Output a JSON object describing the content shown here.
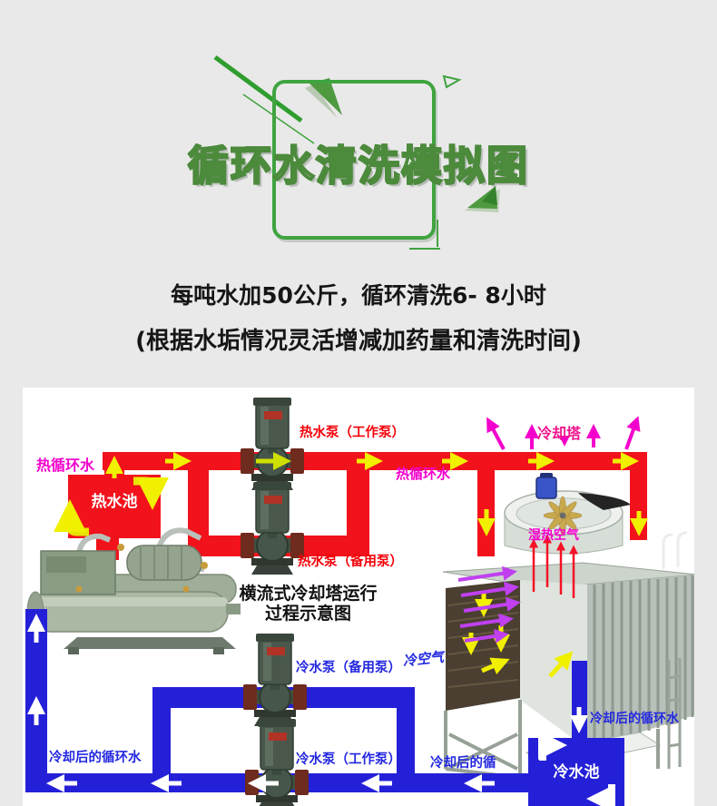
{
  "page": {
    "background": "#e9e9e9"
  },
  "hero": {
    "title": "循环水清洗模拟图",
    "accent_green": "#3fa43f",
    "outline_green": "#4c8a3c"
  },
  "intro": {
    "line1": "每吨水加50公斤，循环清洗6- 8小时",
    "line2": "(根据水垢情况灵活增减加药量和清洗时间)"
  },
  "diagram": {
    "colors": {
      "hot_pipe": "#f2121c",
      "cold_pipe": "#2420d8",
      "magenta_label": "#f400cc",
      "hot_label": "#f40008",
      "cold_label": "#2328e0",
      "arrow_yellow": "#f0f000",
      "arrow_white": "#ffffff",
      "arrow_purple": "#c040f0",
      "arrow_red": "#f51226"
    },
    "labels": {
      "hot_circulating_left": "热循环水",
      "hot_pool": "热水池",
      "hot_pump_working": "热水泵（工作泵）",
      "hot_circulating_mid": "热循环水",
      "cooling_tower": "冷却塔",
      "hot_pump_backup": "热水泵（备用泵）",
      "humid_hot_air": "湿热空气",
      "schematic_title_line1": "横流式冷却塔运行",
      "schematic_title_line2": "过程示意图",
      "cold_pump_backup": "冷水泵（备用泵）",
      "cold_air": "冷空气",
      "cooled_circulating_right": "冷却后的循环水",
      "cold_pool": "冷水池",
      "cooled_circulating_mid": "冷却后的循",
      "cold_pump_working": "冷水泵（工作泵）",
      "cooled_circulating_left": "冷却后的循环水"
    }
  }
}
